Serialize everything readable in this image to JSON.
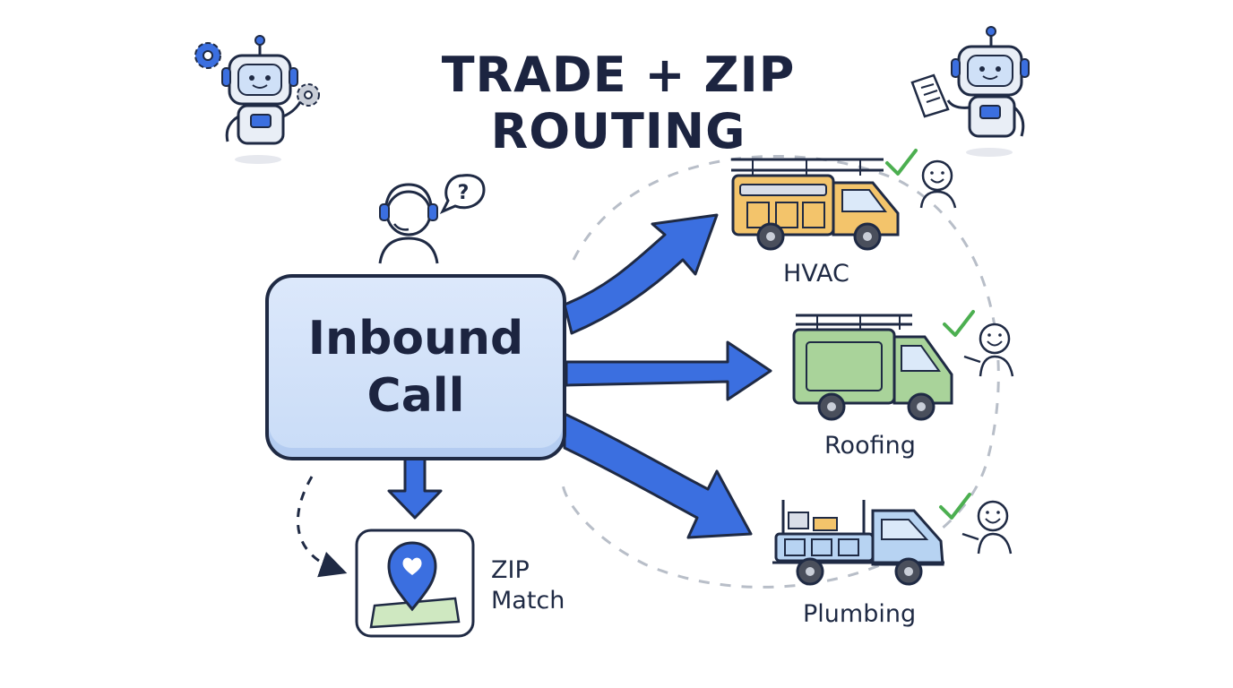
{
  "title": "TRADE + ZIP ROUTING",
  "inbound": {
    "label": "Inbound Call"
  },
  "zip": {
    "label": "ZIP Match"
  },
  "routes": [
    {
      "label": "HVAC",
      "truck_color": "#f3c46b"
    },
    {
      "label": "Roofing",
      "truck_color": "#a9d39a"
    },
    {
      "label": "Plumbing",
      "truck_color": "#b7d3f2"
    }
  ],
  "colors": {
    "ink": "#1f2a44",
    "arrow_blue": "#3b6fe0",
    "box_fill": "#d3e3fa",
    "check_green": "#4caf50"
  },
  "icons": [
    "robot-icon",
    "gear-icon",
    "document-icon",
    "headset-agent-icon",
    "question-bubble-icon",
    "map-pin-icon",
    "truck-icon",
    "check-icon",
    "happy-person-icon"
  ]
}
